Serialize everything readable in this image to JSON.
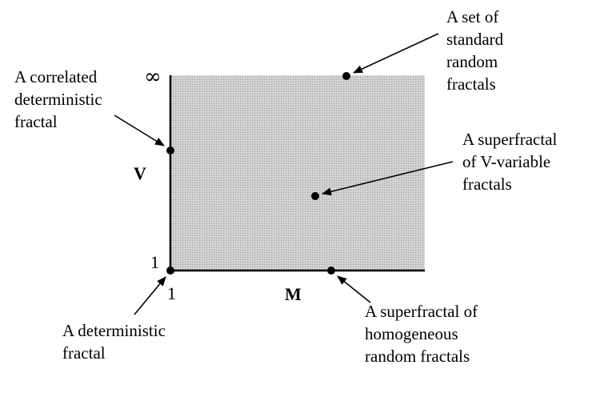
{
  "region": {
    "fill": "#c8c8c8",
    "stroke": "#000000"
  },
  "axes": {
    "v_label": "V",
    "m_label": "M",
    "v_top": "∞",
    "v_bottom": "1",
    "m_left": "1"
  },
  "annotations": {
    "standard_random": [
      "A set of",
      "standard",
      "random",
      "fractals"
    ],
    "correlated_deterministic": [
      "A correlated",
      "deterministic",
      "fractal"
    ],
    "superfractal_vvariable": [
      "A superfractal",
      "of V-variable",
      "fractals"
    ],
    "deterministic": [
      "A deterministic",
      "fractal"
    ],
    "superfractal_homogeneous": [
      "A superfractal of",
      "homogeneous",
      "random fractals"
    ]
  }
}
